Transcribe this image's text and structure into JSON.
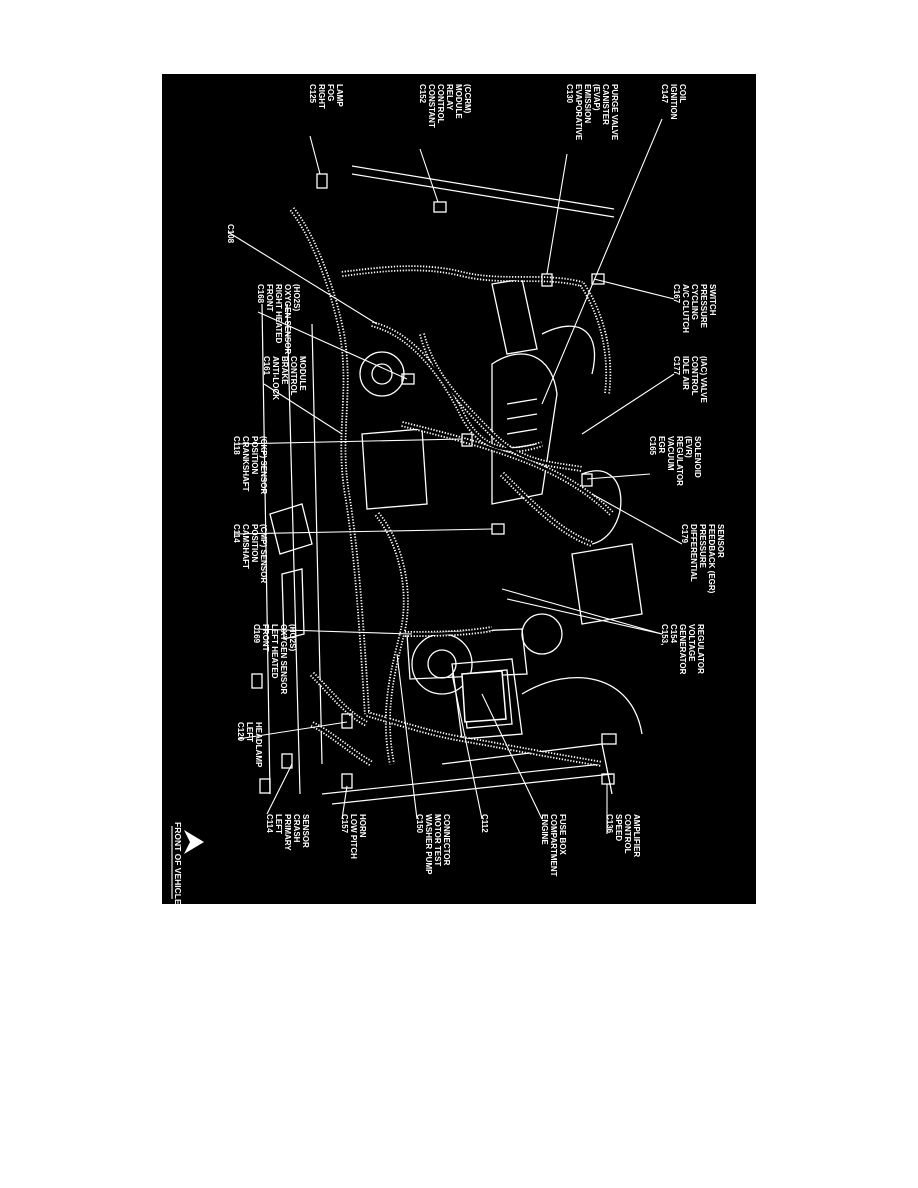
{
  "diagram": {
    "title": "FRONT OF VEHICLE",
    "callouts": [
      {
        "id": "c125",
        "code": "C125",
        "lines": [
          "RIGHT",
          "FOG",
          "LAMP"
        ]
      },
      {
        "id": "c152",
        "code": "C152",
        "lines": [
          "CONSTANT",
          "CONTROL",
          "RELAY",
          "MODULE",
          "(CCRM)"
        ]
      },
      {
        "id": "c130",
        "code": "C130",
        "lines": [
          "EVAPORATIVE",
          "EMISSION",
          "(EVAP)",
          "CANISTER",
          "PURGE VALVE"
        ]
      },
      {
        "id": "c147",
        "code": "C147",
        "lines": [
          "IGNITION",
          "COIL"
        ]
      },
      {
        "id": "c108",
        "code": "C108",
        "lines": []
      },
      {
        "id": "c168",
        "code": "C168",
        "lines": [
          "FRONT",
          "RIGHT HEATED",
          "OXYGEN SENSOR",
          "(HO2S)"
        ]
      },
      {
        "id": "c167",
        "code": "C167",
        "lines": [
          "A/C CLUTCH",
          "CYCLING",
          "PRESSURE",
          "SWITCH"
        ]
      },
      {
        "id": "c161",
        "code": "C161",
        "lines": [
          "ANTI-LOCK",
          "BRAKE",
          "CONTROL",
          "MODULE"
        ]
      },
      {
        "id": "c177",
        "code": "C177",
        "lines": [
          "IDLE AIR",
          "CONTROL",
          "(IAC) VALVE"
        ]
      },
      {
        "id": "c118",
        "code": "C118",
        "lines": [
          "CRANKSHAFT",
          "POSITION",
          "(CKP) SENSOR"
        ]
      },
      {
        "id": "c165",
        "code": "C165",
        "lines": [
          "EGR",
          "VACUUM",
          "REGULATOR",
          "(EVR)",
          "SOLENOID"
        ]
      },
      {
        "id": "c114",
        "code": "C114",
        "lines": [
          "CAMSHAFT",
          "POSITION",
          "(CMP) SENSOR"
        ]
      },
      {
        "id": "c179",
        "code": "C179",
        "lines": [
          "DIFFERENTIAL",
          "PRESSURE",
          "FEEDBACK (EGR)",
          "SENSOR"
        ]
      },
      {
        "id": "c169",
        "code": "C169",
        "lines": [
          "FRONT",
          "LEFT HEATED",
          "OXYGEN SENSOR",
          "(HO2S)"
        ]
      },
      {
        "id": "c153",
        "code": "C153,",
        "lines": [
          "C154",
          "GENERATOR",
          "VOLTAGE",
          "REGULATOR"
        ]
      },
      {
        "id": "c120",
        "code": "C120",
        "lines": [
          "LEFT",
          "HEADLAMP"
        ]
      },
      {
        "id": "c114b",
        "code": "C114",
        "lines": [
          "LEFT",
          "PRIMARY",
          "CRASH",
          "SENSOR"
        ]
      },
      {
        "id": "c157",
        "code": "C157",
        "lines": [
          "LOW PITCH",
          "HORN"
        ]
      },
      {
        "id": "c150",
        "code": "C150",
        "lines": [
          "WASHER PUMP",
          "MOTOR TEST",
          "CONNECTOR"
        ]
      },
      {
        "id": "c112",
        "code": "C112",
        "lines": []
      },
      {
        "id": "fusebox",
        "code": "ENGINE",
        "lines": [
          "COMPARTMENT",
          "FUSE BOX"
        ]
      },
      {
        "id": "c136",
        "code": "C136",
        "lines": [
          "SPEED",
          "CONTROL",
          "AMPLIFIER"
        ]
      }
    ]
  }
}
